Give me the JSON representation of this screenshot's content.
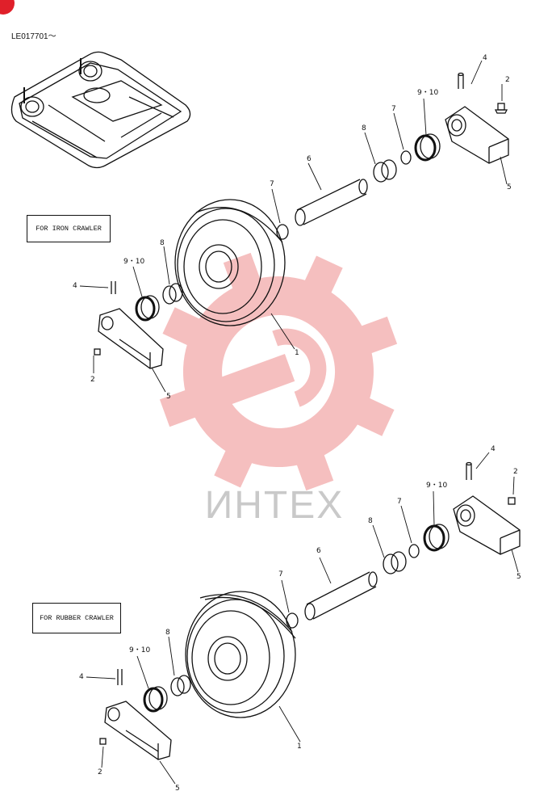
{
  "header": {
    "serial": "LE017701～"
  },
  "sections": {
    "iron": {
      "title": "FOR IRON CRAWLER"
    },
    "rubber": {
      "title": "FOR RUBBER CRAWLER"
    }
  },
  "callouts": {
    "iron": {
      "idler": "1",
      "bolt_left": "2",
      "bolt_right": "2",
      "pin_left": "4",
      "pin_right": "4",
      "bracket_left": "5",
      "bracket_right": "5",
      "shaft": "6",
      "ring_left": "7",
      "ring_right": "7",
      "bushing_left": "8",
      "bushing_right": "8",
      "seal_left": "9・10",
      "seal_right": "9・10"
    },
    "rubber": {
      "idler": "1",
      "bolt_left": "2",
      "bolt_right": "2",
      "pin_left": "4",
      "pin_right": "4",
      "bracket_left": "5",
      "bracket_right": "5",
      "shaft": "6",
      "ring_left": "7",
      "ring_right": "7",
      "bushing_left": "8",
      "bushing_right": "8",
      "seal_left": "9・10",
      "seal_right": "9・10"
    }
  },
  "watermark": {
    "text": "ИНТЕХ",
    "color": "#f4b5b5"
  },
  "colors": {
    "line": "#111111",
    "watermark_gear": "#f4b5b5",
    "badge": "#e0202a"
  }
}
